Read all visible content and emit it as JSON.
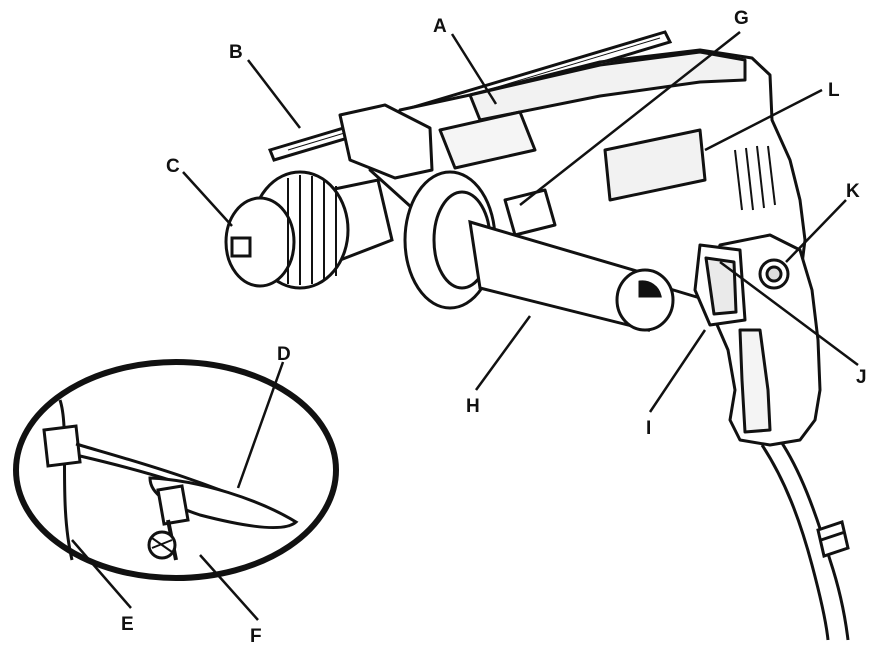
{
  "figure": {
    "callouts": {
      "A": "A",
      "B": "B",
      "C": "C",
      "D": "D",
      "E": "E",
      "F": "F",
      "G": "G",
      "H": "H",
      "I": "I",
      "J": "J",
      "K": "K",
      "L": "L"
    }
  },
  "colors": {
    "ink": "#111111",
    "paper": "#ffffff",
    "shade": "#e6e6e6"
  }
}
